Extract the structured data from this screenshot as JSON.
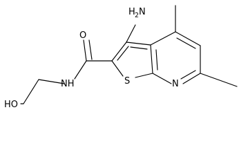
{
  "labels": {
    "amine": "H",
    "amine_n": "N",
    "amine_sub": "2",
    "carbonyl_o": "O",
    "amide_nh": "NH",
    "sulfur": "S",
    "pyridine_n": "N",
    "hydroxyl": "HO"
  },
  "colors": {
    "bond": "#000000",
    "text": "#000000",
    "background": "#ffffff"
  }
}
